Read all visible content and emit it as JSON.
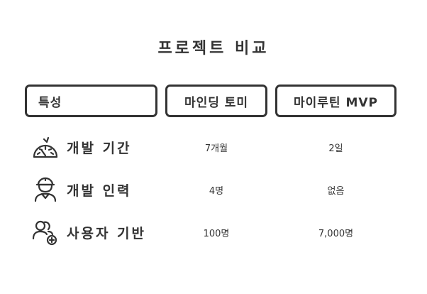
{
  "title": "프로젝트 비교",
  "headers": {
    "feature": "특성",
    "col1": "마인딩 토미",
    "col2": "마이루틴 MVP"
  },
  "rows": [
    {
      "icon": "speedometer-icon",
      "label": "개발 기간",
      "col1": "7개월",
      "col2": "2일"
    },
    {
      "icon": "worker-icon",
      "label": "개발 인력",
      "col1": "4명",
      "col2": "없음"
    },
    {
      "icon": "add-users-icon",
      "label": "사용자 기반",
      "col1": "100명",
      "col2": "7,000명"
    }
  ]
}
